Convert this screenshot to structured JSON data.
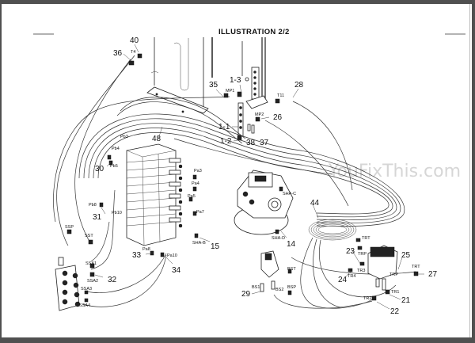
{
  "page": {
    "title": "ILLUSTRATION 2/2",
    "watermark": "YouFixThis.com"
  },
  "colors": {
    "frame": "#505050",
    "page": "#ffffff",
    "ink": "#111111",
    "watermark": "#d6d6d6"
  },
  "callouts": {
    "n40": "40",
    "n36": "36",
    "n35": "35",
    "n1_3": "1-3",
    "n28": "28",
    "n26": "26",
    "n1_1": "1-1",
    "n1_2": "1-2",
    "n38": "38",
    "n37": "37",
    "n48": "48",
    "n30": "30",
    "n31": "31",
    "n33": "33",
    "n34": "34",
    "n32": "32",
    "n15": "15",
    "n14": "14",
    "n44": "44",
    "n23": "23",
    "n24": "24",
    "n25": "25",
    "n27": "27",
    "n21": "21",
    "n22": "22",
    "n29": "29"
  },
  "port_codes": {
    "T4": "T4",
    "MP1": "MP1",
    "MP2": "MP2",
    "T11": "T11",
    "Pb3": "Pb3",
    "Pb4": "Pb4",
    "Pb5": "Pb5",
    "Pb8": "Pb8",
    "Pb10": "Pb10",
    "Pa3": "Pa3",
    "Pa4": "Pa4",
    "Pa5": "Pa5",
    "Pa7": "Pa7",
    "Pa8": "Pa8",
    "Pa10": "Pa10",
    "SHA_B": "SHA-B",
    "SHA_C": "SHA-C",
    "SHA_D": "SHA-D",
    "SSP": "SSP",
    "SST": "SST",
    "SSA1": "SSA1",
    "SSA2": "SSA2",
    "SSA3": "SSA3",
    "SSA4": "SSA4",
    "BST": "BST",
    "BSP": "BSP",
    "BS1": "BS1",
    "BS2": "BS2",
    "TRT": "TRT",
    "TRP": "TRP",
    "TR3": "TR3",
    "TR4": "TR4",
    "TRP2": "TRP",
    "TRT2": "TRT",
    "TR1": "TR1",
    "TR2": "TR2"
  }
}
